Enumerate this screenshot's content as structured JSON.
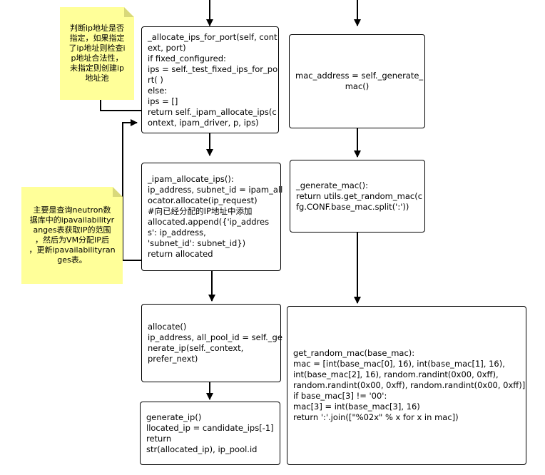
{
  "colors": {
    "note_fill": "#ffff99",
    "box_border": "#000000",
    "line": "#000000"
  },
  "boxes": {
    "allocate_ips_for_port": [
      "_allocate_ips_for_port(self, cont",
      "ext, port)",
      "if fixed_configured:",
      "ips = self._test_fixed_ips_for_po",
      "rt( )",
      "else:",
      "ips = []",
      "return self._ipam_allocate_ips(c",
      "ontext, ipam_driver, p, ips)"
    ],
    "ipam_allocate_ips": [
      "_ipam_allocate_ips():",
      "ip_address, subnet_id = ipam_all",
      "ocator.allocate(ip_request)",
      "#向已经分配的IP地址中添加",
      "allocated.append({'ip_addres",
      "s': ip_address,",
      "'subnet_id': subnet_id})",
      "return allocated"
    ],
    "allocate": [
      "allocate()",
      "ip_address, all_pool_id = self._ge",
      "nerate_ip(self._context,",
      "prefer_next)"
    ],
    "generate_ip": [
      "generate_ip()",
      "llocated_ip = candidate_ips[-1]",
      "return",
      "str(allocated_ip), ip_pool.id"
    ],
    "mac_address": [
      "mac_address = self._generate_",
      "mac()"
    ],
    "generate_mac": [
      "_generate_mac():",
      "return utils.get_random_mac(c",
      "fg.CONF.base_mac.split(':'))"
    ],
    "get_random_mac": [
      "get_random_mac(base_mac):",
      "mac = [int(base_mac[0], 16), int(base_mac[1], 16),",
      "int(base_mac[2], 16), random.randint(0x00, 0xff),",
      "random.randint(0x00, 0xff), random.randint(0x00, 0xff)]",
      "if base_mac[3] != '00':",
      "mac[3] = int(base_mac[3], 16)",
      "return ':'.join([\"%02x\" % x for x in mac])"
    ]
  },
  "notes": {
    "ip_check": [
      "判断ip地址是否",
      "指定，如果指定",
      "了ip地址则检查i",
      "p地址合法性，",
      "未指定则创建ip",
      "地址池"
    ],
    "neutron_query": [
      "主要是查询neutron数",
      "据库中的ipavailabilityr",
      "anges表获取IP的范围",
      "，然后为VM分配IP后",
      "，更新ipavailabilityran",
      "ges表。"
    ]
  }
}
